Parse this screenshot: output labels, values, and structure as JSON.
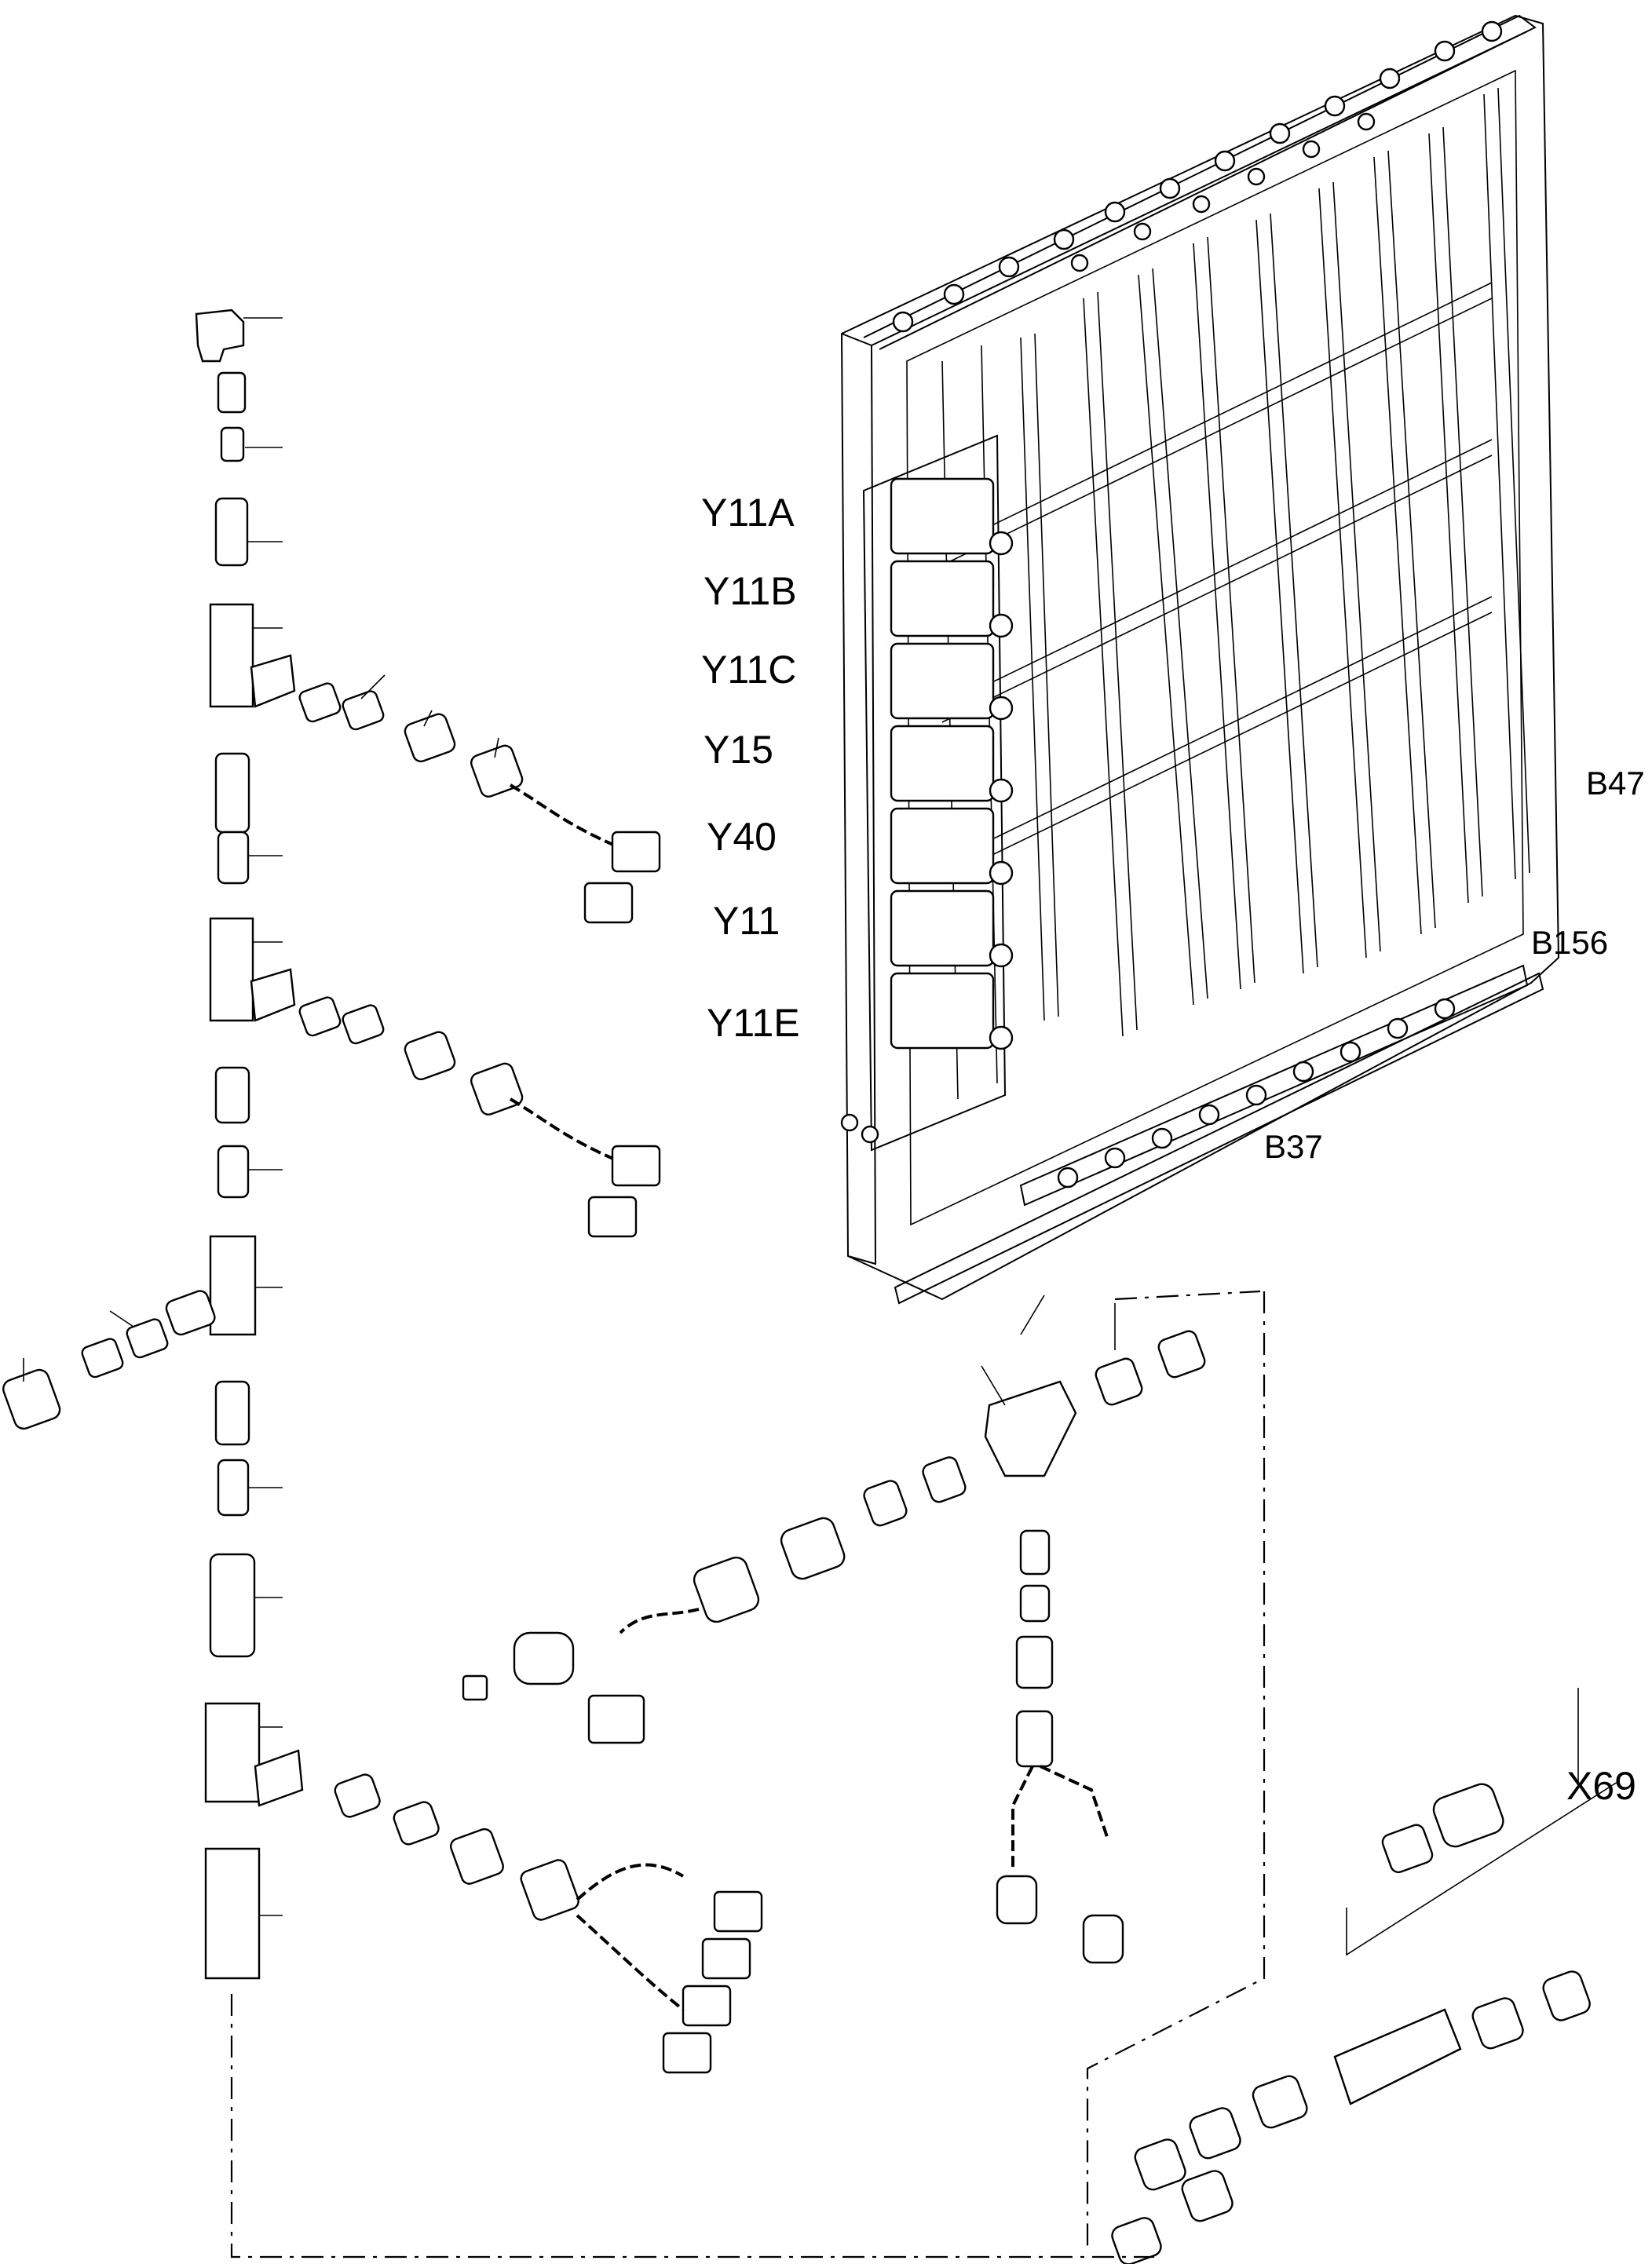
{
  "labels": {
    "y11a": "Y11A",
    "y11b": "Y11B",
    "y11c": "Y11C",
    "y15": "Y15",
    "y40": "Y40",
    "y11": "Y11",
    "y11e": "Y11E",
    "b47": "B47",
    "b156": "B156",
    "b37": "B37",
    "x69": "X69"
  }
}
